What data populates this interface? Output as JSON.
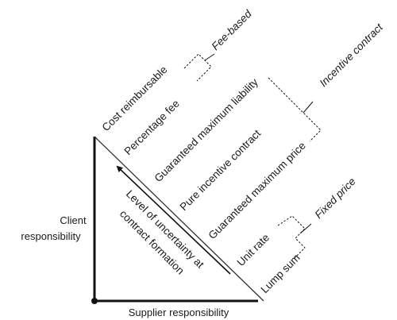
{
  "diagram": {
    "contract_types": [
      "Cost reimbursable",
      "Percentage fee",
      "Guaranteed maximum liability",
      "Pure incentive contract",
      "Guaranteed maximum price",
      "Unit rate",
      "Lump sum"
    ],
    "groups": {
      "fee_based": "Fee-based",
      "incentive": "Incentive contract",
      "fixed_price": "Fixed price"
    },
    "axes": {
      "client_line1": "Client",
      "client_line2": "responsibility",
      "supplier": "Supplier responsibility"
    },
    "uncertainty": {
      "line1": "Level of uncertainty at",
      "line2": "contract formation"
    }
  }
}
